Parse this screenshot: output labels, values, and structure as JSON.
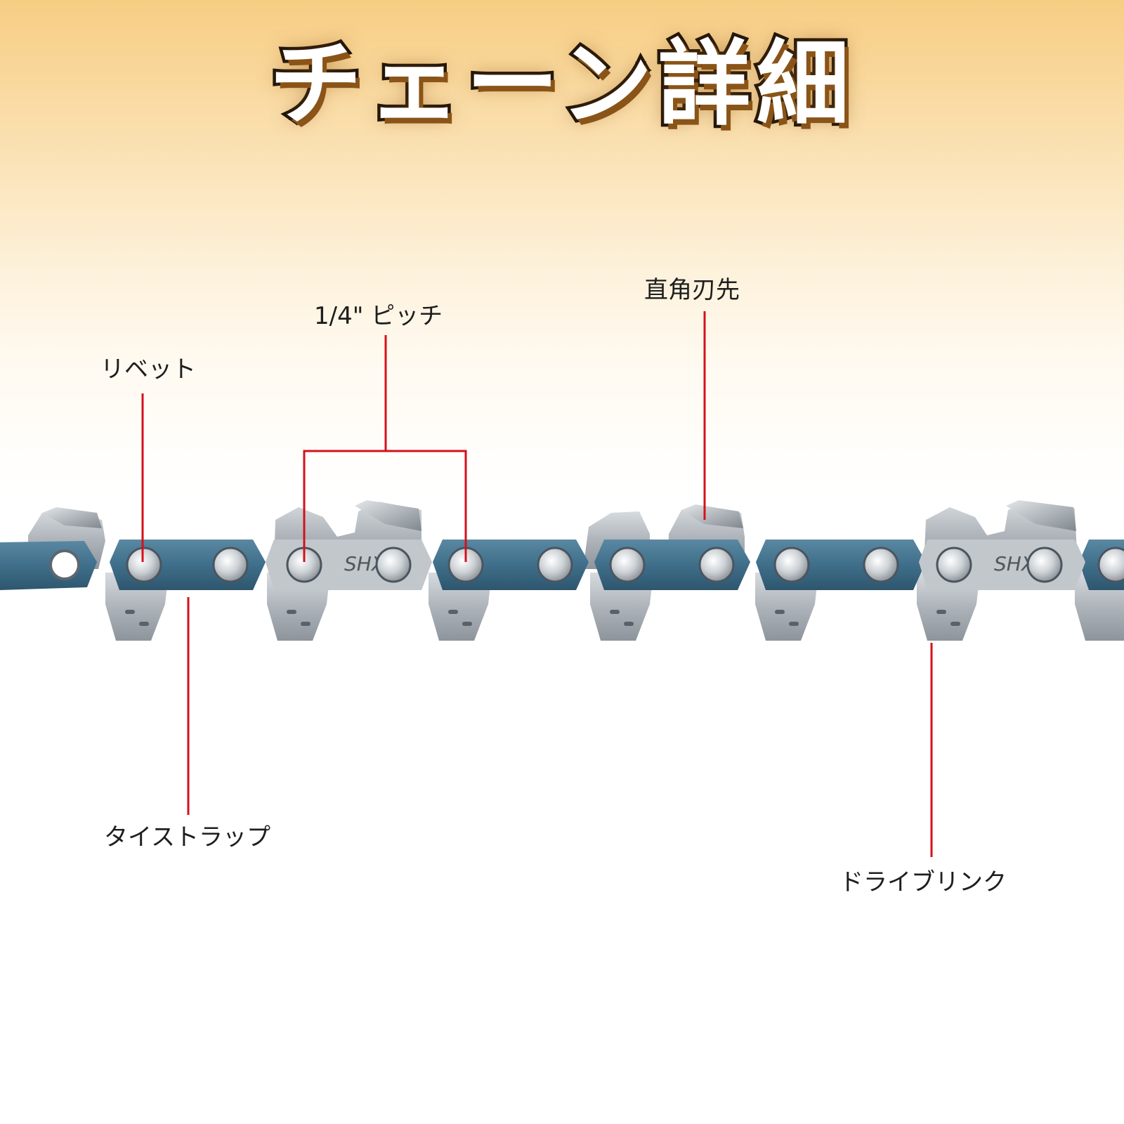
{
  "title": "チェーン詳細",
  "callouts": {
    "rivet": "リベット",
    "pitch": "1/4\" ピッチ",
    "cutter": "直角刃先",
    "tie_strap": "タイストラップ",
    "drive_link": "ドライブリンク"
  },
  "chain": {
    "brand_mark": "SHX"
  },
  "colors": {
    "callout_line": "#d4111c",
    "chain_blue": "#3f6f8a",
    "chain_steel": "#b9bec3",
    "title_fill": "#ffffff",
    "title_outline": "#1b1208",
    "title_shadow": "#8a5418"
  }
}
